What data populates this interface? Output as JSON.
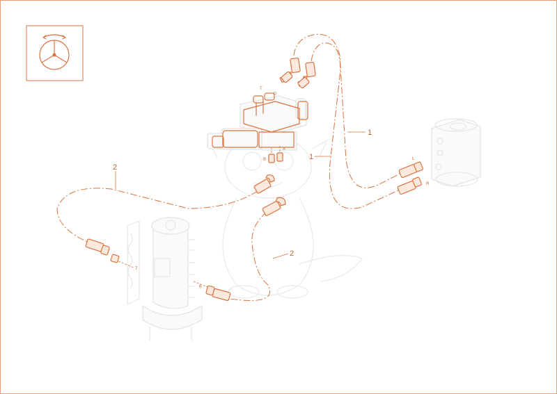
{
  "diagram": {
    "callouts": {
      "hose_1_upper": "1",
      "hose_1_lower": "1",
      "hose_2_left": "2",
      "hose_2_right": "2",
      "fitting_6": "6",
      "fitting_7": "7"
    },
    "ports": {
      "valve_t": "T",
      "valve_p": "P",
      "valve_b": "B",
      "valve_a": "A",
      "steering_l": "L",
      "steering_r": "R"
    },
    "icons": {
      "orientation": "steering-wheel-rotation-icon",
      "watermark": "dragon-mascot-watermark"
    },
    "colors": {
      "line": "#d9733f",
      "part_fill": "#fbe9dd",
      "ghost": "#e3e3e3",
      "border": "#e8a07c"
    }
  }
}
